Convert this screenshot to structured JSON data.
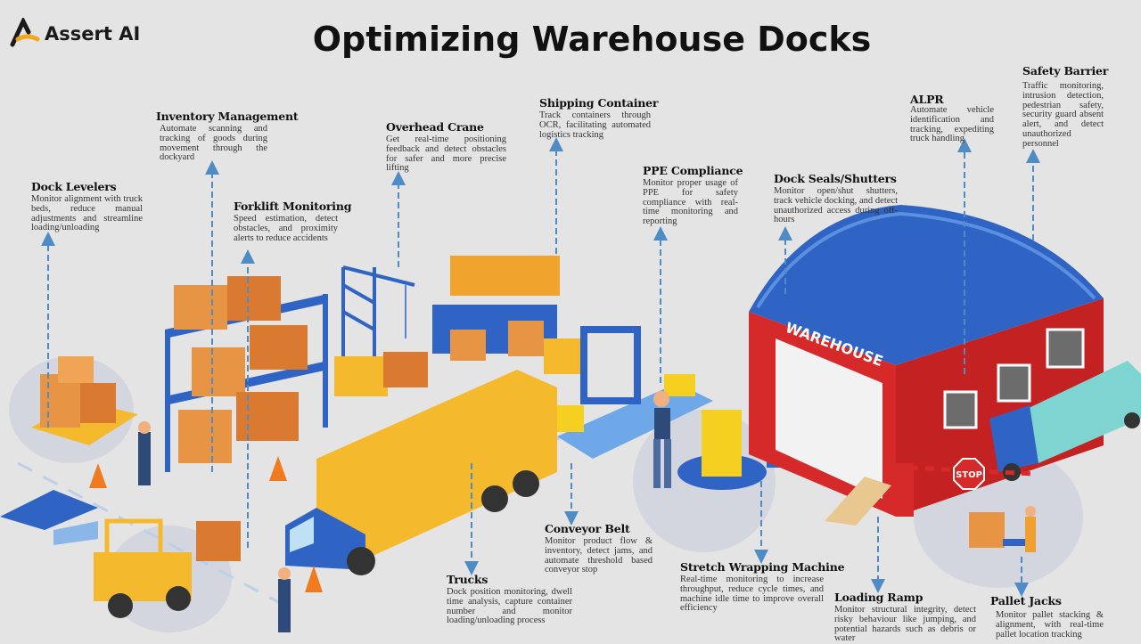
{
  "brand": {
    "name": "Assert AI"
  },
  "title": "Optimizing Warehouse Docks",
  "colors": {
    "background": "#e4e4e4",
    "arrow": "#4f8cc6",
    "warehouse_red": "#d62a2a",
    "roof_blue": "#2f63c4",
    "truck_yellow": "#f5b92e"
  },
  "scene_text": {
    "warehouse_sign": "WAREHOUSE",
    "stop_sign": "STOP"
  },
  "features": [
    {
      "title": "Dock Levelers",
      "desc": "Monitor alignment with truck beds, reduce manual adjustments and streamline loading/unloading"
    },
    {
      "title": "Inventory Management",
      "desc": "Automate scanning and tracking of goods during movement through the dockyard"
    },
    {
      "title": "Forklift Monitoring",
      "desc": "Speed estimation, detect obstacles, and proximity alerts to reduce accidents"
    },
    {
      "title": "Overhead Crane",
      "desc": "Get real-time positioning feedback and detect obstacles for safer and more precise lifting"
    },
    {
      "title": "Shipping Container",
      "desc": "Track containers through OCR, facilitating automated logistics tracking"
    },
    {
      "title": "PPE Compliance",
      "desc": "Monitor proper usage of PPE for safety compliance with real-time monitoring and reporting"
    },
    {
      "title": "Dock Seals/Shutters",
      "desc": "Monitor open/shut shutters, track vehicle docking, and detect unauthorized access during off-hours"
    },
    {
      "title": "ALPR",
      "desc": "Automate vehicle identification and tracking, expediting truck handling"
    },
    {
      "title": "Safety Barrier",
      "desc": "Traffic monitoring, intrusion detection, pedestrian safety, security guard absent alert, and detect unauthorized personnel"
    },
    {
      "title": "Trucks",
      "desc": "Dock position monitoring, dwell time analysis, capture container number and monitor loading/unloading process"
    },
    {
      "title": "Conveyor Belt",
      "desc": "Monitor product flow & inventory, detect jams, and automate threshold based conveyor stop"
    },
    {
      "title": "Stretch Wrapping Machine",
      "desc": "Real-time monitoring to increase throughput, reduce cycle times, and machine idle time to improve overall efficiency"
    },
    {
      "title": "Loading Ramp",
      "desc": "Monitor structural integrity, detect risky behaviour like jumping, and potential hazards such as debris or water"
    },
    {
      "title": "Pallet Jacks",
      "desc": "Monitor pallet stacking & alignment, with real-time pallet location tracking"
    }
  ]
}
